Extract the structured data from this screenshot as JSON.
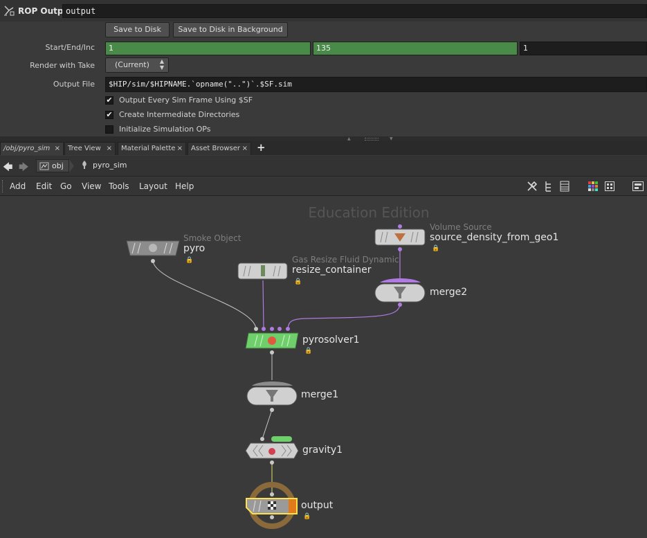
{
  "param_header": {
    "op_type": "ROP Output",
    "op_name": "output"
  },
  "params": {
    "save_to_disk": "Save to Disk",
    "save_to_disk_bg": "Save to Disk in Background",
    "start_end_inc_label": "Start/End/Inc",
    "start": "1",
    "end": "135",
    "inc": "1",
    "render_with_take_label": "Render with Take",
    "render_with_take_value": "(Current)",
    "output_file_label": "Output File",
    "output_file_value": "$HIP/sim/$HIPNAME.`opname(\"..\")`.$SF.sim",
    "checkboxes": [
      {
        "label": "Output Every Sim Frame Using $SF",
        "checked": true
      },
      {
        "label": "Create Intermediate Directories",
        "checked": true
      },
      {
        "label": "Initialize Simulation OPs",
        "checked": false
      }
    ]
  },
  "tabs": [
    {
      "label": "/obj/pyro_sim",
      "active": true
    },
    {
      "label": "Tree View",
      "active": false
    },
    {
      "label": "Material Palette",
      "active": false
    },
    {
      "label": "Asset Browser",
      "active": false
    }
  ],
  "tab_add": "+",
  "path": {
    "root": "obj",
    "current": "pyro_sim"
  },
  "menu": [
    "Add",
    "Edit",
    "Go",
    "View",
    "Tools",
    "Layout",
    "Help"
  ],
  "network": {
    "watermark": "Education Edition",
    "nodes": {
      "pyro": {
        "name": "pyro",
        "type": "Smoke Object"
      },
      "resize": {
        "name": "resize_container",
        "type": "Gas Resize Fluid Dynamic"
      },
      "source": {
        "name": "source_density_from_geo1",
        "type": "Volume Source"
      },
      "merge2": {
        "name": "merge2"
      },
      "pyrosolver": {
        "name": "pyrosolver1"
      },
      "merge1": {
        "name": "merge1"
      },
      "gravity": {
        "name": "gravity1"
      },
      "output": {
        "name": "output"
      }
    }
  },
  "colors": {
    "field_green": "#4a8a49",
    "wire_purple": "#b07be0",
    "solver_green": "#6fcf6a",
    "output_yellow": "#ffe14d",
    "output_orange": "#e07a1a",
    "output_ring": "#8a6a3a"
  }
}
